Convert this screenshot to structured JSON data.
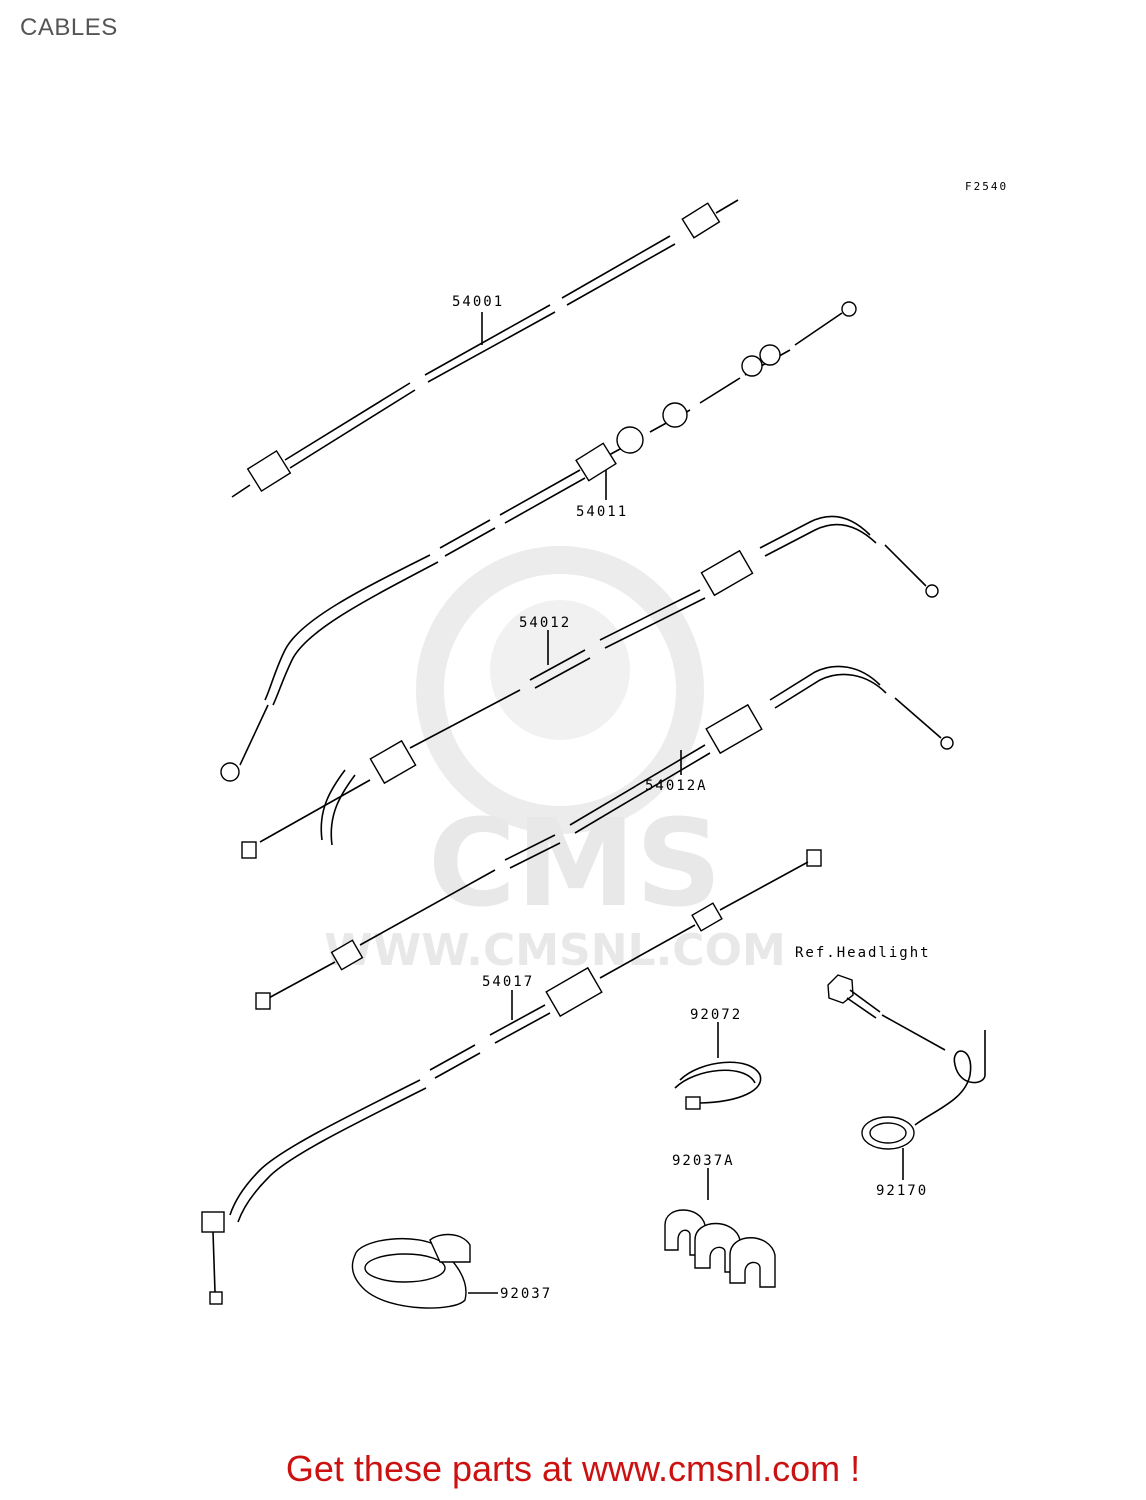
{
  "header": {
    "title": "CABLES"
  },
  "diagram": {
    "figure_code": "F2540",
    "parts": [
      {
        "id": "p54001",
        "label": "54001"
      },
      {
        "id": "p54011",
        "label": "54011"
      },
      {
        "id": "p54012",
        "label": "54012"
      },
      {
        "id": "p54012A",
        "label": "54012A"
      },
      {
        "id": "p54017",
        "label": "54017"
      },
      {
        "id": "p92072",
        "label": "92072"
      },
      {
        "id": "p92037A",
        "label": "92037A"
      },
      {
        "id": "p92037",
        "label": "92037"
      },
      {
        "id": "p92170",
        "label": "92170"
      }
    ],
    "reference_note": "Ref.Headlight",
    "watermark": {
      "brand": "CMS",
      "url": "WWW.CMSNL.COM"
    }
  },
  "footer": {
    "link_text": "Get these parts at www.cmsnl.com !"
  },
  "colors": {
    "footer_link": "#cc1111",
    "title": "#555555",
    "watermark": "#e8e8e8"
  }
}
